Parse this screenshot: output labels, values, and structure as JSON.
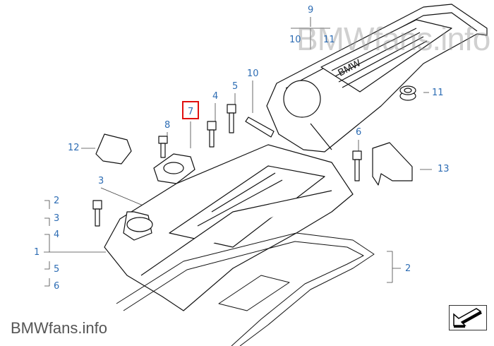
{
  "watermark": {
    "top": "BMWfans.info",
    "bottom": "BMWfans.info"
  },
  "callouts": {
    "c9": "9",
    "c10a": "10",
    "c11a": "11",
    "c10b": "10",
    "c5a": "5",
    "c4a": "4",
    "c7": "7",
    "c8": "8",
    "c12": "12",
    "c3a": "3",
    "c11b": "11",
    "c6a": "6",
    "c13": "13",
    "c1": "1",
    "c2a": "2",
    "c3b": "3",
    "c4b": "4",
    "c5b": "5",
    "c6b": "6",
    "c2b": "2"
  },
  "highlight": {
    "part": "7",
    "color": "#e01010"
  },
  "colors": {
    "label": "#2e6db4"
  },
  "nav": {
    "icon": "arrow-back-icon"
  }
}
